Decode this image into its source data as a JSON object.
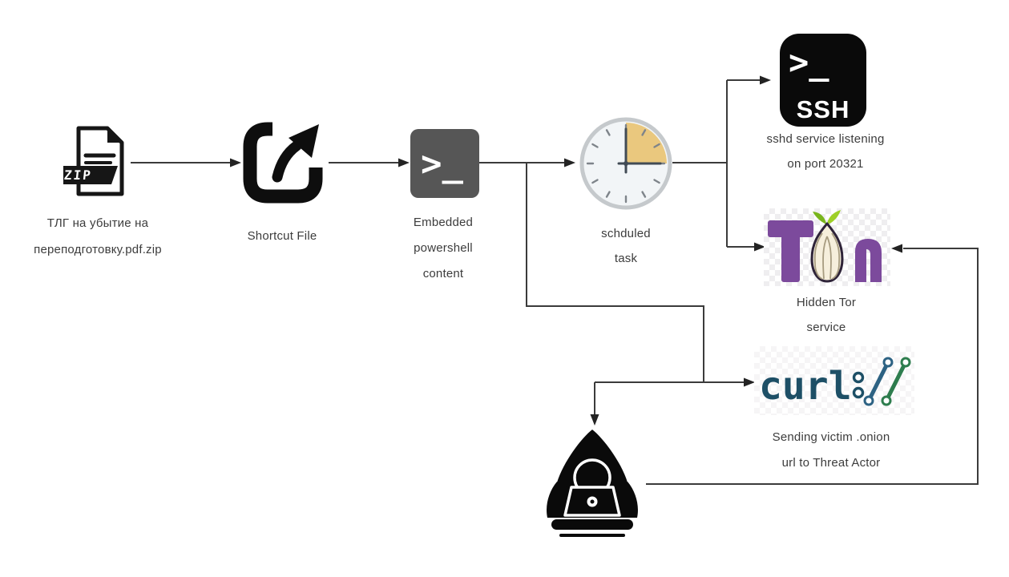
{
  "colors": {
    "line": "#3b3b3b",
    "text": "#3c3c3c",
    "ps_gray": "#565656",
    "icon_black": "#0a0a0a",
    "clock_tan": "#eac87e",
    "clock_rim": "#c5c9cc",
    "tor_purple": "#7c4a9c",
    "leaf_green": "#9ed027",
    "onion_cream": "#f6efdc",
    "onion_outline": "#2e2338",
    "curl_slate": "#1d4f66",
    "curl_blue": "#2d6283",
    "curl_green": "#2e7d4e"
  },
  "nodes": {
    "zip": {
      "badge": "ZIP",
      "caption": [
        "ТЛГ на убытие на",
        "переподготовку.pdf.zip"
      ]
    },
    "shortcut": {
      "caption": [
        "Shortcut File"
      ]
    },
    "powershell": {
      "glyph": ">_",
      "caption": [
        "Embedded",
        "powershell",
        "content"
      ]
    },
    "scheduled_task": {
      "caption": [
        "schduled",
        "task"
      ]
    },
    "ssh": {
      "glyph": ">_",
      "wordmark": "SSH",
      "caption": [
        "sshd service listening",
        "on port 20321"
      ]
    },
    "tor": {
      "wordmark": "Tor",
      "caption": [
        "Hidden Tor",
        "service"
      ]
    },
    "curl": {
      "wordmark": "curl",
      "caption": [
        "Sending victim .onion",
        "url to Threat Actor"
      ]
    },
    "threat_actor": {
      "caption": []
    }
  }
}
